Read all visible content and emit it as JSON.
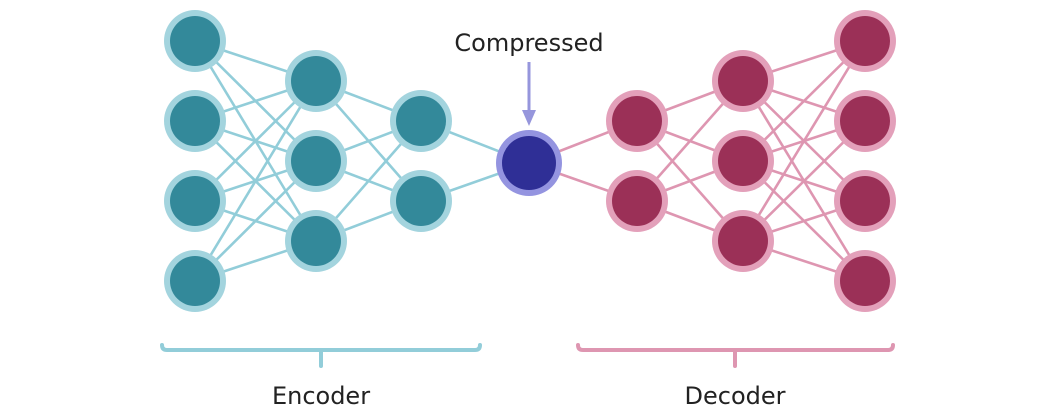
{
  "labels": {
    "compressed": "Compressed",
    "encoder": "Encoder",
    "decoder": "Decoder"
  },
  "colors": {
    "encoder_fill": "#33899a",
    "encoder_ring": "#a3d4de",
    "encoder_edge": "#92cdd9",
    "bottleneck_fill": "#2f2f96",
    "bottleneck_ring": "#9494e0",
    "decoder_fill": "#9b3057",
    "decoder_ring": "#e3a0ba",
    "decoder_edge": "#de96b1",
    "arrow": "#9696dc"
  },
  "network": {
    "layers": [
      {
        "group": "encoder",
        "nodes": 4
      },
      {
        "group": "encoder",
        "nodes": 3
      },
      {
        "group": "encoder",
        "nodes": 2
      },
      {
        "group": "bottleneck",
        "nodes": 1
      },
      {
        "group": "decoder",
        "nodes": 2
      },
      {
        "group": "decoder",
        "nodes": 3
      },
      {
        "group": "decoder",
        "nodes": 4
      }
    ]
  }
}
